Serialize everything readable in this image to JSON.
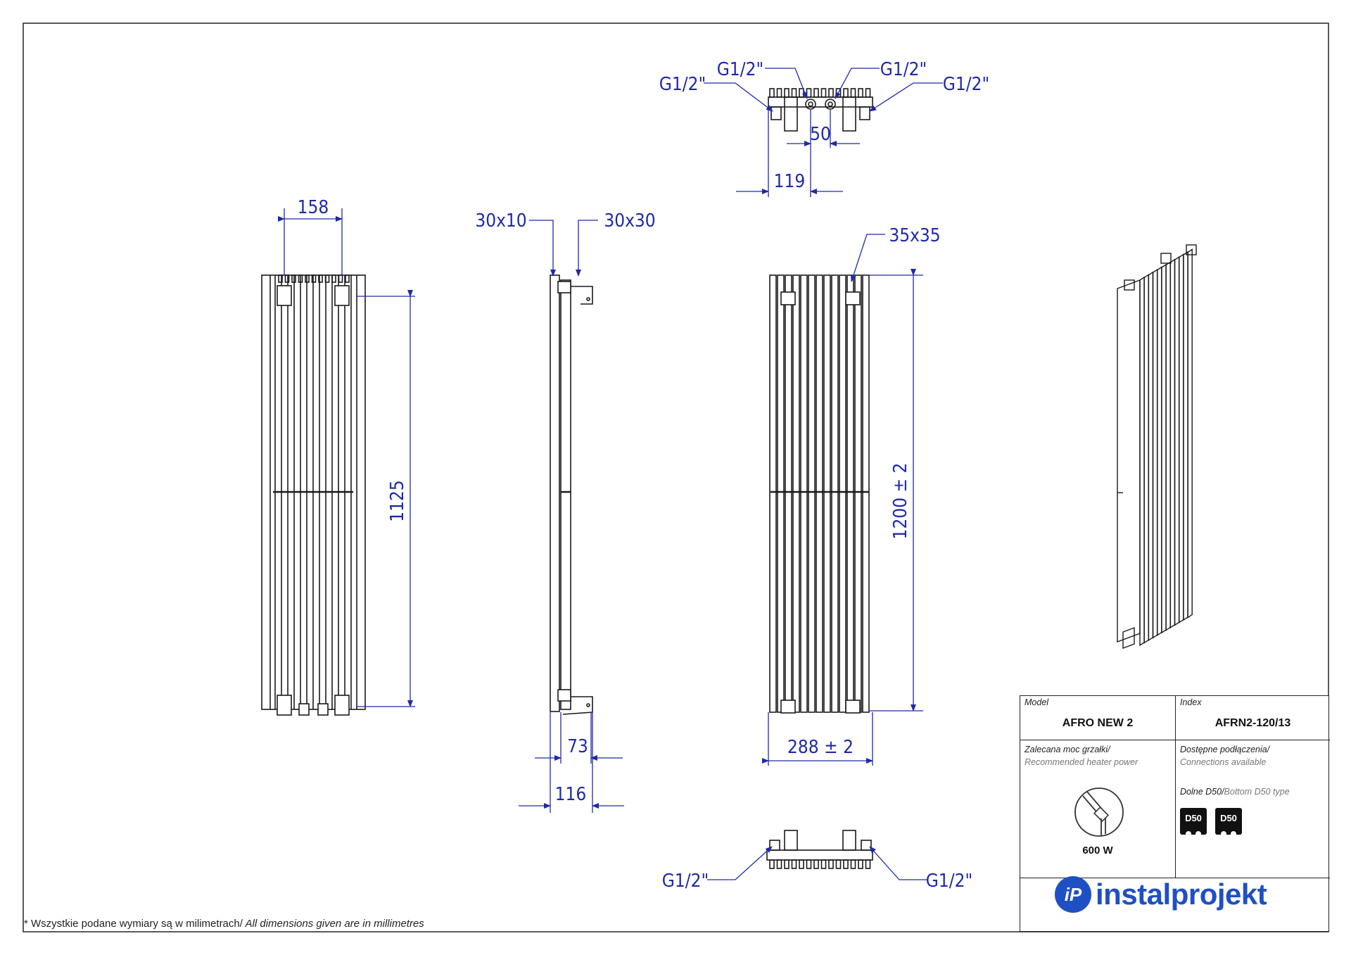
{
  "dimensions": {
    "front_width": "158",
    "front_height": "1125",
    "side_top_left": "30x10",
    "side_top_right": "30x30",
    "side_depth_inner": "73",
    "side_depth_outer": "116",
    "back_tube": "35x35",
    "back_height": "1200  ± 2",
    "back_width": "288 ± 2",
    "top_spacing": "50",
    "top_offset": "119",
    "conn_top_1": "G1/2\"",
    "conn_top_2": "G1/2\"",
    "conn_top_3": "G1/2\"",
    "conn_top_4": "G1/2\"",
    "conn_bottom_left": "G1/2\"",
    "conn_bottom_right": "G1/2\""
  },
  "footnote": {
    "pl": "* Wszystkie podane wymiary są w milimetrach/",
    "en": " All dimensions given are in millimetres"
  },
  "title_block": {
    "model_label": "Model",
    "model_value": "AFRO NEW 2",
    "index_label": "Index",
    "index_value": "AFRN2-120/13",
    "power_label_pl": "Zalecana moc grzałki/",
    "power_label_en": "Recommended heater power",
    "power_value": "600 W",
    "conn_label_pl": "Dostępne podłączenia/",
    "conn_label_en": "Connections available",
    "conn_type_pl": "Dolne D50/",
    "conn_type_en": "Bottom D50 type",
    "badge_1": "D50",
    "badge_2": "D50",
    "logo_mark": "iP",
    "logo_text": "instalprojekt"
  },
  "colors": {
    "dimension": "#1f2aa8",
    "line": "#1a1a1a",
    "brand": "#1f4fc4"
  },
  "icons": [
    "heater-element-icon",
    "d50-connection-icon",
    "instalprojekt-logo"
  ]
}
